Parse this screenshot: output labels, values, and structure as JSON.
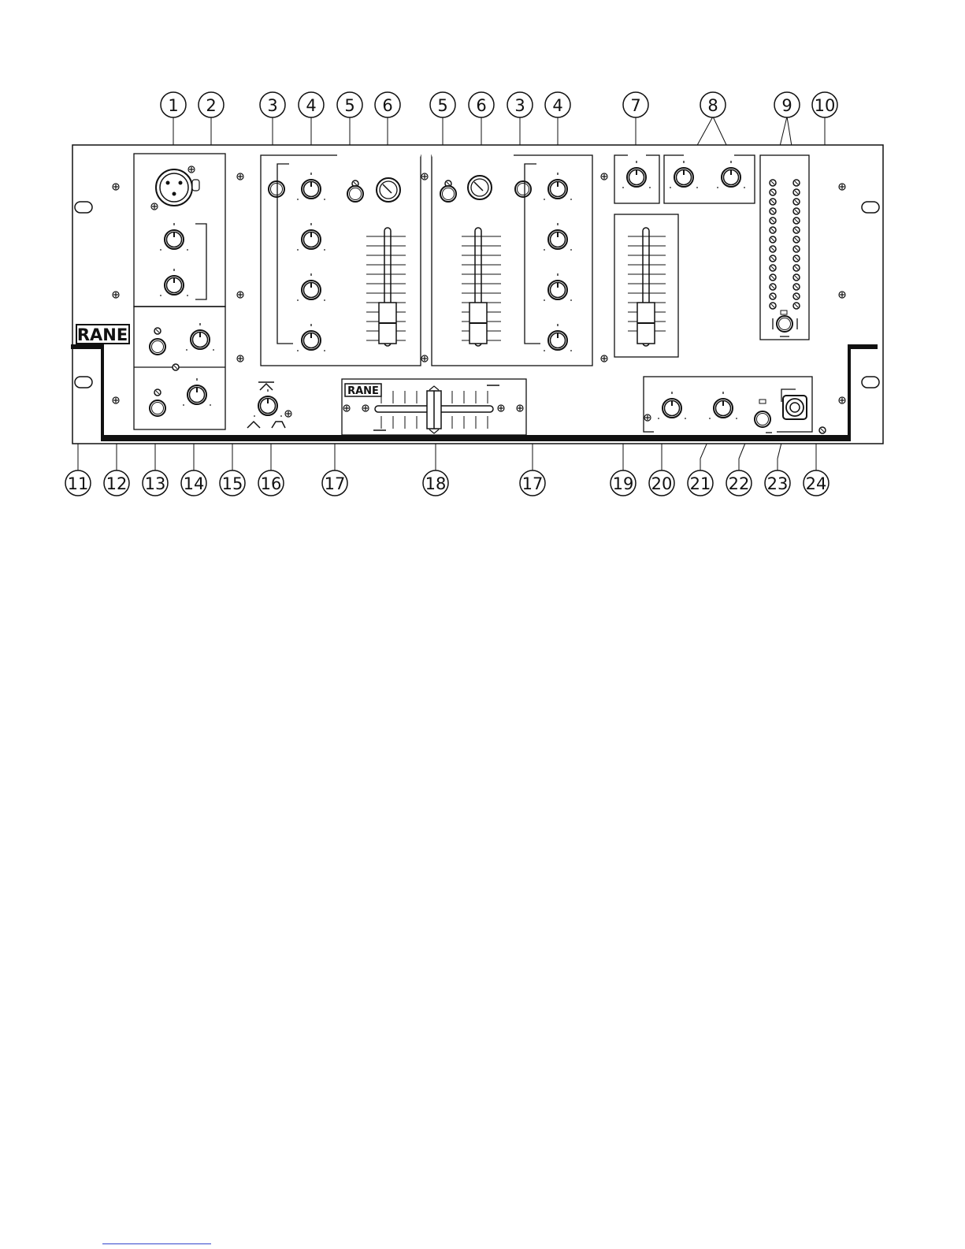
{
  "diagram": {
    "brand_logo": "RANE",
    "crossfader_logo": "RANE",
    "callouts_top": [
      "1",
      "2",
      "3",
      "4",
      "5",
      "6",
      "5",
      "6",
      "3",
      "4",
      "7",
      "8",
      "9",
      "10"
    ],
    "callouts_bottom": [
      "11",
      "12",
      "13",
      "14",
      "15",
      "16",
      "17",
      "18",
      "17",
      "19",
      "20",
      "21",
      "22",
      "23",
      "24"
    ],
    "colors": {
      "ink": "#111111",
      "paper": "#ffffff",
      "footer_rule": "#3344cc"
    }
  }
}
